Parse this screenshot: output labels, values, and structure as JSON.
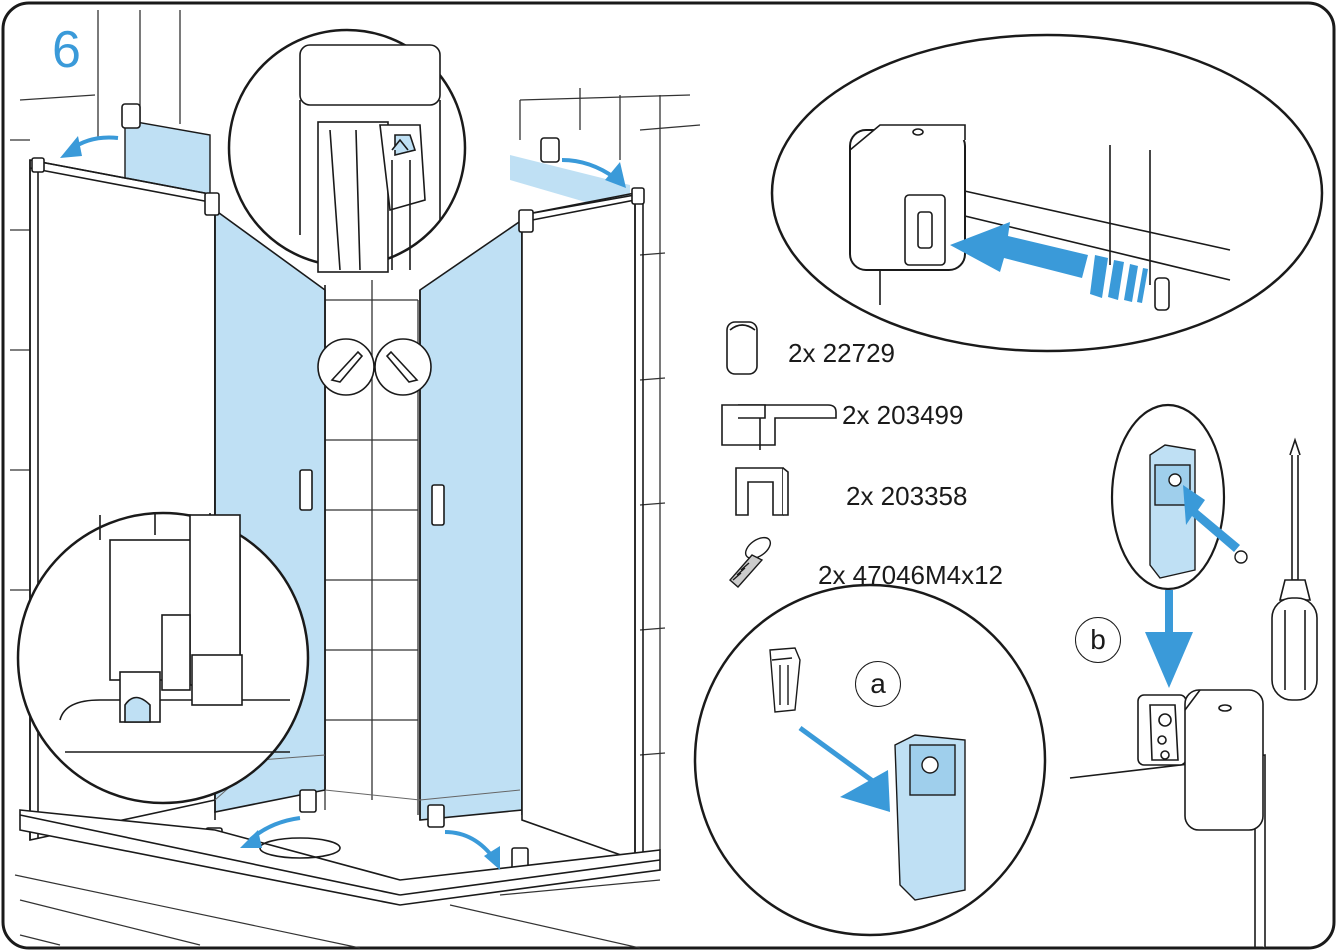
{
  "step_number": "6",
  "parts": [
    {
      "icon": "end-cap-icon",
      "label": "2x 22729"
    },
    {
      "icon": "bracket-arm-icon",
      "label": "2x 203499"
    },
    {
      "icon": "u-clip-icon",
      "label": "2x 203358"
    },
    {
      "icon": "screw-icon",
      "label": "2x 47046M4x12"
    }
  ],
  "callouts": {
    "a": "a",
    "b": "b"
  },
  "colors": {
    "glass": "#bfe0f4",
    "accent": "#3a9ad9",
    "line": "#1a1a1a"
  }
}
